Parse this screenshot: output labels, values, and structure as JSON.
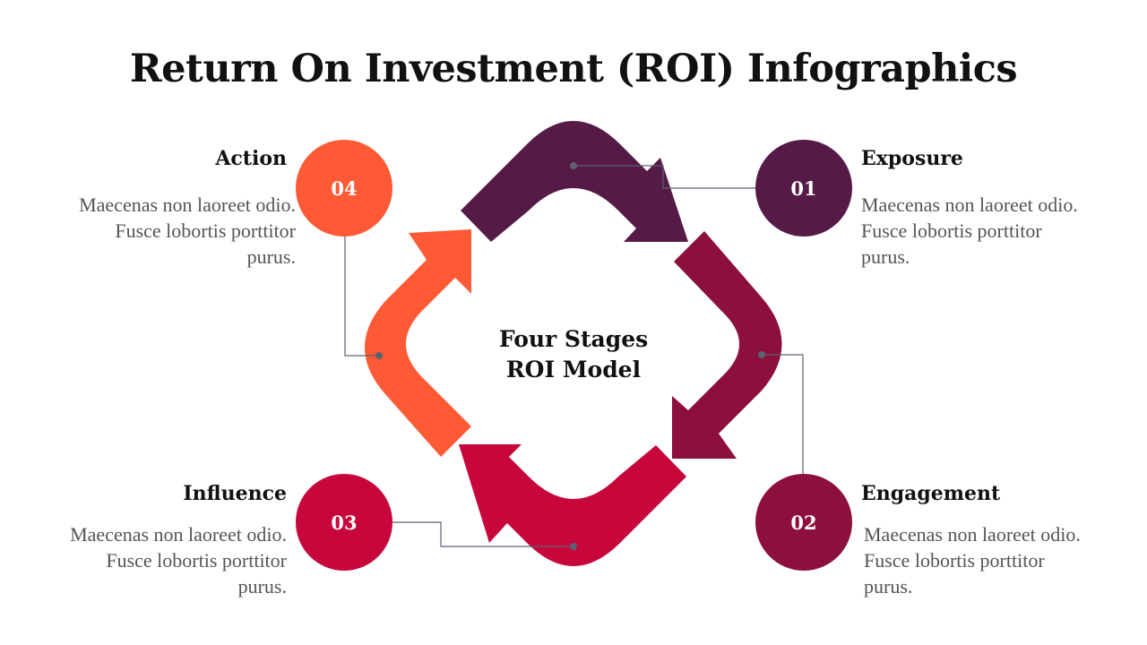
{
  "title": "Return On Investment (ROI) Infographics",
  "center": {
    "line1": "Four Stages",
    "line2": "ROI Model"
  },
  "stages": [
    {
      "number": "01",
      "label": "Exposure",
      "desc_line1": "Maecenas non laoreet odio.",
      "desc_line2": "Fusce lobortis porttitor",
      "desc_line3": "purus.",
      "color": "#551a45"
    },
    {
      "number": "02",
      "label": "Engagement",
      "desc_line1": "Maecenas non laoreet odio.",
      "desc_line2": "Fusce lobortis porttitor",
      "desc_line3": "purus.",
      "color": "#8c0f3d"
    },
    {
      "number": "03",
      "label": "Influence",
      "desc_line1": "Maecenas non laoreet odio.",
      "desc_line2": "Fusce lobortis porttitor",
      "desc_line3": "purus.",
      "color": "#c7063c"
    },
    {
      "number": "04",
      "label": "Action",
      "desc_line1": "Maecenas non laoreet odio.",
      "desc_line2": "Fusce lobortis porttitor",
      "desc_line3": "purus.",
      "color": "#ff5a36"
    }
  ],
  "connector_color": "#5a6270"
}
